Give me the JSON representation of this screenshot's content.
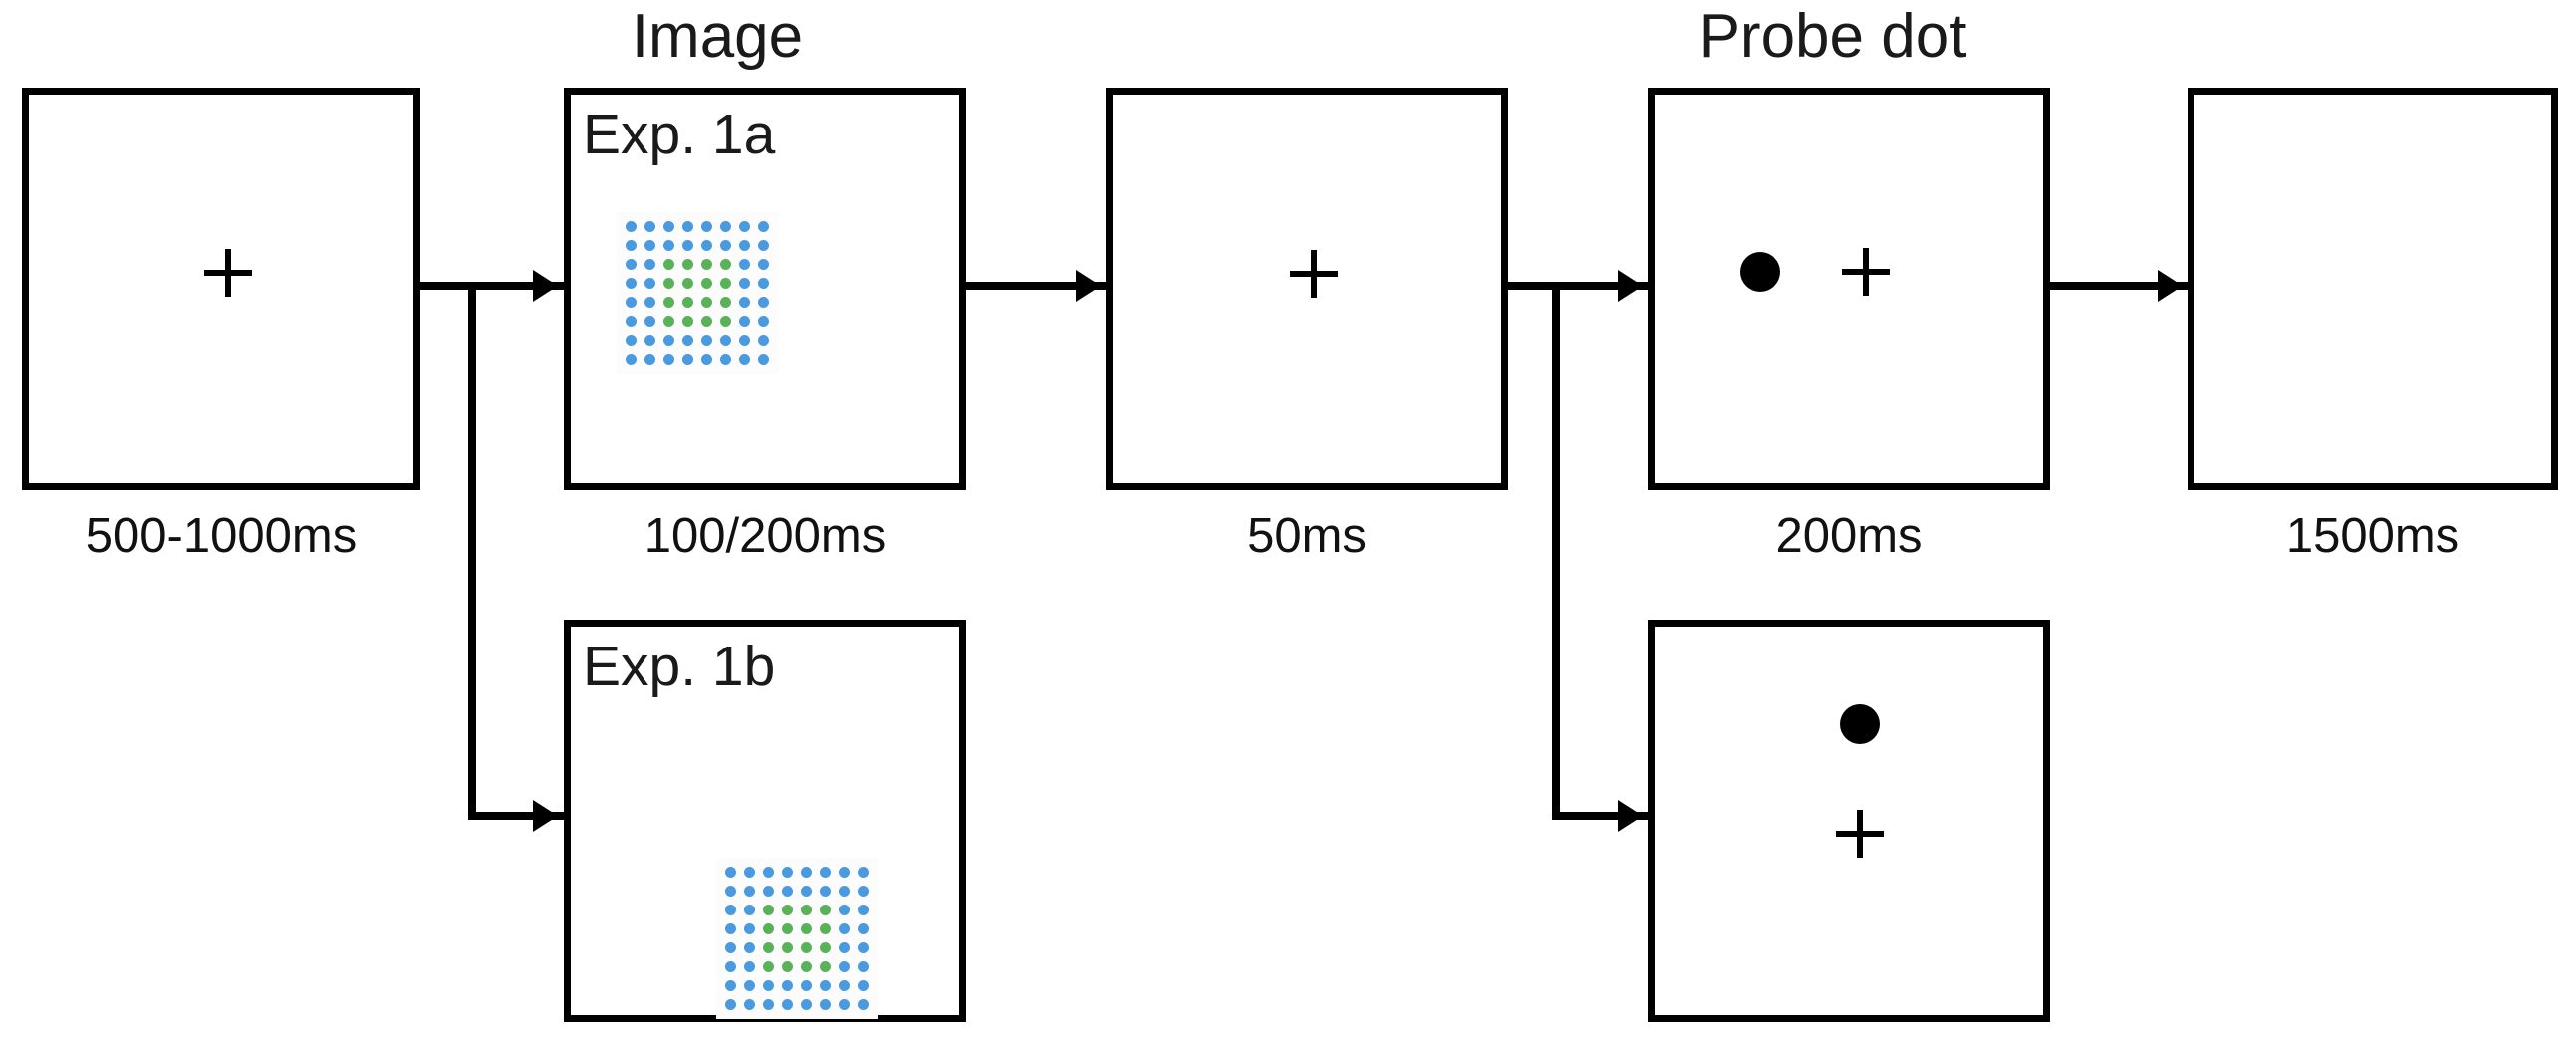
{
  "diagram": {
    "title": "Experimental trial sequence",
    "headers": [
      {
        "id": "image-header",
        "label": "Image"
      },
      {
        "id": "probe-header",
        "label": "Probe dot"
      }
    ],
    "durations": [
      {
        "id": "fixation-1-duration",
        "label": "500-1000ms"
      },
      {
        "id": "image-duration",
        "label": "100/200ms"
      },
      {
        "id": "fixation-2-duration",
        "label": "50ms"
      },
      {
        "id": "probe-duration",
        "label": "200ms"
      },
      {
        "id": "response-duration",
        "label": "1500ms"
      }
    ],
    "exp_labels": {
      "a": "Exp. 1a",
      "b": "Exp. 1b"
    },
    "colors": {
      "dot_blue": "#4a9ae0",
      "dot_green": "#59b258",
      "stroke": "#000000",
      "panel_fill": "#ffffff",
      "stimulus_backdrop": "#fcfcfc"
    },
    "stimulus": {
      "name": "dot-array",
      "rows": 8,
      "cols": 8,
      "dot_shape": "circle",
      "base_color_key": "dot_blue",
      "target_color_key": "dot_green",
      "target_region": {
        "row_start": 3,
        "row_end": 6,
        "col_start": 3,
        "col_end": 6
      },
      "grid": [
        [
          "b",
          "b",
          "b",
          "b",
          "b",
          "b",
          "b",
          "b"
        ],
        [
          "b",
          "b",
          "b",
          "b",
          "b",
          "b",
          "b",
          "b"
        ],
        [
          "b",
          "b",
          "g",
          "g",
          "g",
          "g",
          "b",
          "b"
        ],
        [
          "b",
          "b",
          "g",
          "g",
          "g",
          "g",
          "b",
          "b"
        ],
        [
          "b",
          "b",
          "g",
          "g",
          "g",
          "g",
          "b",
          "b"
        ],
        [
          "b",
          "b",
          "g",
          "g",
          "g",
          "g",
          "b",
          "b"
        ],
        [
          "b",
          "b",
          "b",
          "b",
          "b",
          "b",
          "b",
          "b"
        ],
        [
          "b",
          "b",
          "b",
          "b",
          "b",
          "b",
          "b",
          "b"
        ]
      ]
    },
    "panels": {
      "fixation_1": {
        "name": "fixation-panel-1",
        "content": "fixation-cross"
      },
      "image_1a": {
        "name": "image-panel-exp1a",
        "content": "dot-array",
        "stimulus_position": "upper-left"
      },
      "image_1b": {
        "name": "image-panel-exp1b",
        "content": "dot-array",
        "stimulus_position": "lower-right"
      },
      "fixation_2": {
        "name": "fixation-panel-2",
        "content": "fixation-cross"
      },
      "probe_1a": {
        "name": "probe-panel-exp1a",
        "content": "probe-dot-and-fixation",
        "probe_layout": "dot-left-of-cross"
      },
      "probe_1b": {
        "name": "probe-panel-exp1b",
        "content": "probe-dot-and-fixation",
        "probe_layout": "dot-above-cross"
      },
      "response": {
        "name": "response-panel",
        "content": "blank"
      }
    }
  }
}
